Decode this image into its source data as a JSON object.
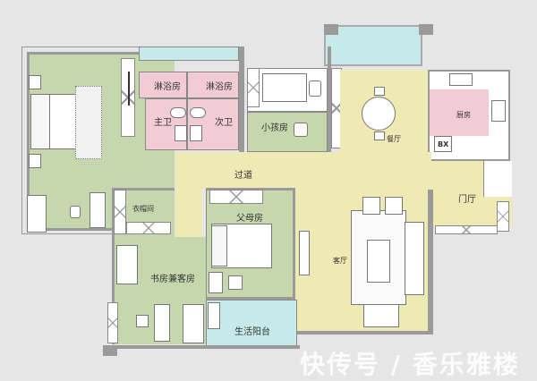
{
  "colors": {
    "background": "#e6e6e6",
    "bedroom_green": "#c6d6ad",
    "bathroom_pink": "#f1ccd4",
    "living_yellow": "#efeab3",
    "balcony_blue": "#c6e9ea",
    "wall_gray": "#9a9a9a"
  },
  "rooms": {
    "master_bedroom": {
      "label": ""
    },
    "shower_left": {
      "label": "淋浴房"
    },
    "shower_right": {
      "label": "淋浴房"
    },
    "master_bath": {
      "label": "主卫"
    },
    "second_bath": {
      "label": "次卫"
    },
    "kids_room": {
      "label": "小孩房"
    },
    "dining": {
      "label": "餐厅"
    },
    "kitchen": {
      "label": "厨房"
    },
    "kitchen_bx": {
      "label": "BX"
    },
    "corridor": {
      "label": "过道"
    },
    "foyer": {
      "label": "门厅"
    },
    "cloakroom": {
      "label": "衣帽间"
    },
    "parents_room": {
      "label": "父母房"
    },
    "living": {
      "label": "客厅"
    },
    "study_guest": {
      "label": "书房兼客房"
    },
    "utility_balcony": {
      "label": "生活阳台"
    }
  },
  "watermark": {
    "text": "快传号 / 香乐雅楼"
  }
}
